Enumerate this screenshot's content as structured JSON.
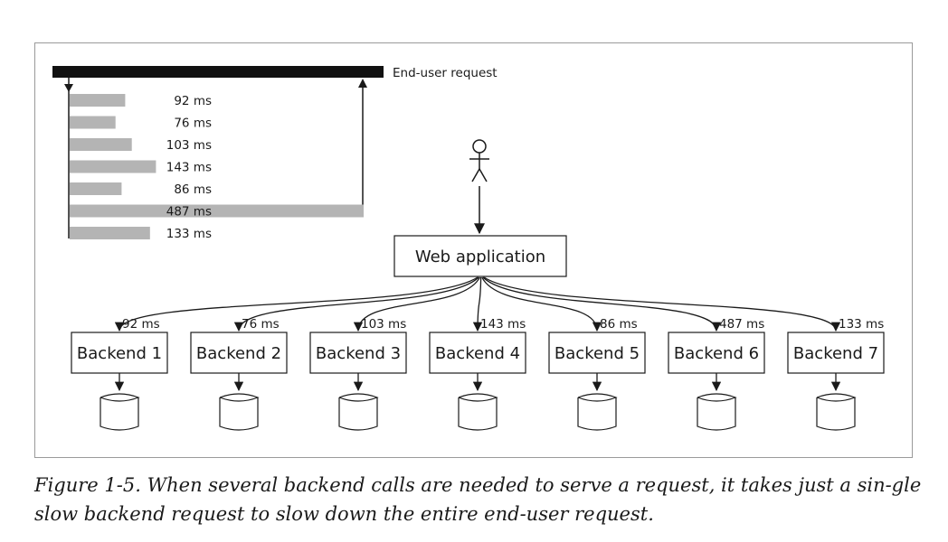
{
  "timeline": {
    "end_user_label": "End-user request",
    "bars": [
      {
        "ms": 92,
        "label": "92 ms"
      },
      {
        "ms": 76,
        "label": "76 ms"
      },
      {
        "ms": 103,
        "label": "103 ms"
      },
      {
        "ms": 143,
        "label": "143 ms"
      },
      {
        "ms": 86,
        "label": "86 ms"
      },
      {
        "ms": 487,
        "label": "487 ms"
      },
      {
        "ms": 133,
        "label": "133 ms"
      }
    ]
  },
  "web_app_label": "Web application",
  "backends": [
    {
      "label": "Backend 1",
      "latency": "92 ms"
    },
    {
      "label": "Backend 2",
      "latency": "76 ms"
    },
    {
      "label": "Backend 3",
      "latency": "103 ms"
    },
    {
      "label": "Backend 4",
      "latency": "143 ms"
    },
    {
      "label": "Backend 5",
      "latency": "86 ms"
    },
    {
      "label": "Backend 6",
      "latency": "487 ms"
    },
    {
      "label": "Backend 7",
      "latency": "133 ms"
    }
  ],
  "caption": "Figure 1-5. When several backend calls are needed to serve a request, it takes just a sin-gle slow backend request to slow down the entire end-user request.",
  "colors": {
    "bar": "#b4b4b4",
    "request_bar": "#111111",
    "line": "#1a1a1a",
    "frame": "#9a9a9a"
  }
}
